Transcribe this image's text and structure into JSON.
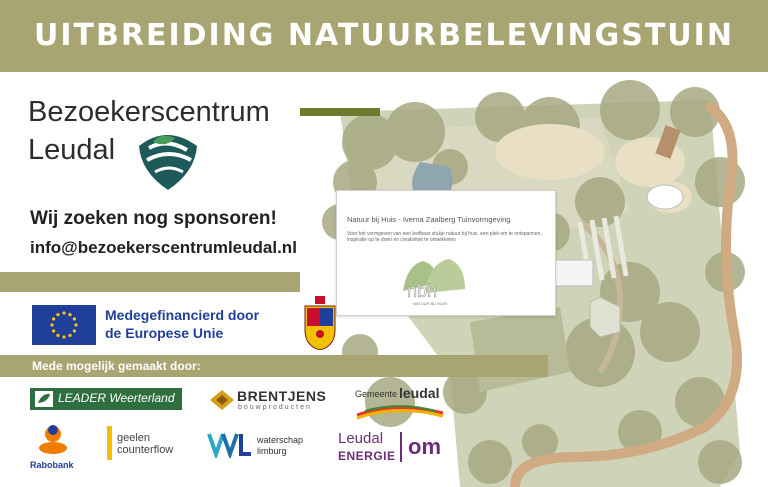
{
  "header": {
    "title": "UITBREIDING NATUURBELEVINGSTUIN"
  },
  "brand": {
    "line1": "Bezoekerscentrum",
    "line2": "Leudal"
  },
  "sponsor": {
    "heading": "Wij zoeken nog sponsoren!",
    "email": "info@bezoekerscentrumleudal.nl"
  },
  "eu": {
    "line1": "Medegefinancierd door",
    "line2": "de Europese Unie"
  },
  "partners": {
    "label": "Mede mogelijk gemaakt door:",
    "leader": "LEADER Weerterland",
    "brentjens": "BRENTJENS",
    "brentjens_sub": "bouwproducten",
    "gemeente_prefix": "Gemeente",
    "gemeente_name": "leudal",
    "rabobank": "Rabobank",
    "geelen_line1": "geelen",
    "geelen_line2": "counterflow",
    "waterschap_line1": "waterschap",
    "waterschap_line2": "limburg",
    "energie_line1": "Leudal",
    "energie_line2": "ENERGIE",
    "energie_mark": "om"
  },
  "card": {
    "title": "Natuur bij Huis - Iverna Zaalberg Tuinvormgeving",
    "description": "Voor het vormgeven van een leefbaar stukje natuur bij huis, een plek om te ontspannen, inspiratie op te doen en creativiteit te ontwikkelen",
    "logo": "nbh",
    "logo_sub": "NATUUR BIJ HUIS"
  },
  "colors": {
    "olive": "#a8a572",
    "dark_olive": "#6b7a2e",
    "eu_blue": "#1f3f9a",
    "leader_green": "#2e6e3f",
    "energie_purple": "#6b2f7a"
  }
}
